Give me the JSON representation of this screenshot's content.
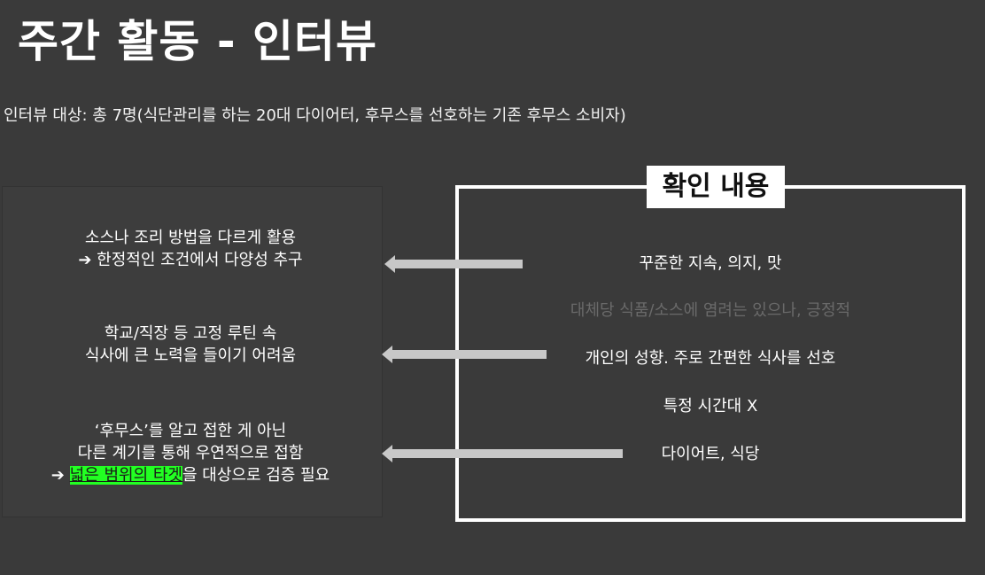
{
  "title": "주간 활동 - 인터뷰",
  "subtitle": "인터뷰 대상: 총 7명(식단관리를 하는 20대 다이어터, 후무스를 선호하는 기존 후무스 소비자)",
  "findings": [
    {
      "lines": [
        "소스나 조리 방법을 다르게 활용",
        "➔ 한정적인 조건에서 다양성 추구"
      ]
    },
    {
      "lines": [
        "학교/직장 등 고정 루틴 속",
        "식사에 큰 노력을 들이기 어려움"
      ]
    },
    {
      "lines": [
        "‘후무스’를 알고 접한 게 아닌",
        "다른 계기를 통해 우연적으로 접함"
      ],
      "last_prefix": "➔ ",
      "last_highlight": "넓은 범위의 타겟",
      "last_suffix": "을 대상으로 검증 필요"
    }
  ],
  "check_box": {
    "title": "확인 내용",
    "items": [
      "꾸준한 지속, 의지, 맛",
      "대체당 식품/소스에 염려는 있으나, 긍정적",
      "개인의 성향. 주로 간편한 식사를 선호",
      "특정 시간대 X",
      "다이어트, 식당"
    ]
  },
  "colors": {
    "background": "#3a3a3a",
    "highlight": "#22ff22",
    "arrow": "#c8c8c8",
    "dim_text": "#6a6a6a"
  }
}
